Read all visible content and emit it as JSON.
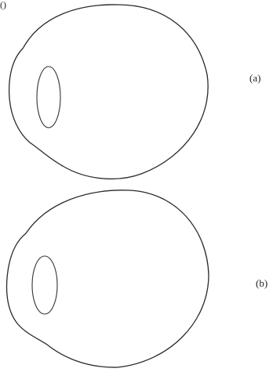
{
  "figure": {
    "top_label": "()",
    "panels": [
      {
        "id": "a",
        "label": "(a)"
      },
      {
        "id": "b",
        "label": "(b)"
      }
    ]
  },
  "colors": {
    "stroke": "#2a2a2a",
    "background": "#ffffff"
  }
}
